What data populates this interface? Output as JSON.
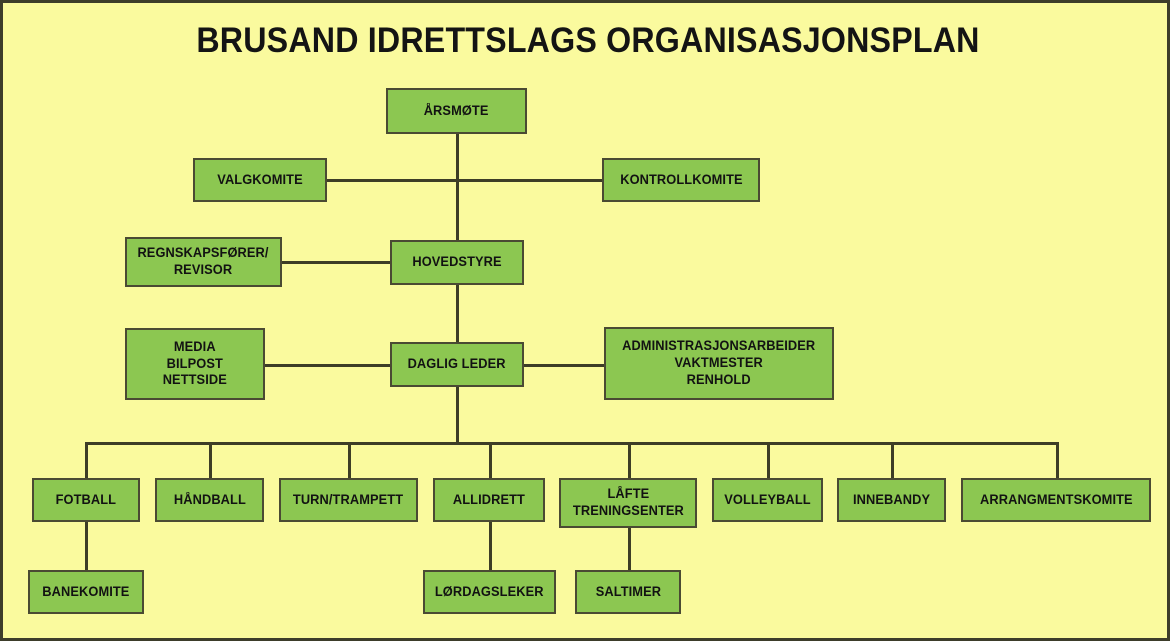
{
  "page": {
    "title": "BRUSAND IDRETTSLAGS ORGANISASJONSPLAN",
    "background_color": "#fafa9e",
    "node_color": "#8cc751",
    "border_color": "#4a4a33",
    "line_color": "#3d3d26",
    "text_color": "#121212"
  },
  "chart_data": {
    "type": "diagram",
    "title": "BRUSAND IDRETTSLAGS ORGANISASJONSPLAN",
    "nodes": [
      {
        "id": "arsmote",
        "label": "ÅRSMØTE",
        "level": 0
      },
      {
        "id": "valgkomite",
        "label": "VALGKOMITE",
        "level": 1
      },
      {
        "id": "kontrollkomite",
        "label": "KONTROLLKOMITE",
        "level": 1
      },
      {
        "id": "regnskap",
        "label": "REGNSKAPSFØRER/\nREVISOR",
        "level": 2
      },
      {
        "id": "hovedstyre",
        "label": "HOVEDSTYRE",
        "level": 2
      },
      {
        "id": "media",
        "label": "MEDIA\nBILPOST\nNETTSIDE",
        "level": 3
      },
      {
        "id": "dagligleder",
        "label": "DAGLIG LEDER",
        "level": 3
      },
      {
        "id": "administrasjon",
        "label": "ADMINISTRASJONSARBEIDER\nVAKTMESTER\nRENHOLD",
        "level": 3
      },
      {
        "id": "fotball",
        "label": "FOTBALL",
        "level": 4
      },
      {
        "id": "handball",
        "label": "HÅNDBALL",
        "level": 4
      },
      {
        "id": "turn",
        "label": "TURN/TRAMPETT",
        "level": 4
      },
      {
        "id": "allidrett",
        "label": "ALLIDRETT",
        "level": 4
      },
      {
        "id": "lafte",
        "label": "LÅFTE\nTRENINGSENTER",
        "level": 4
      },
      {
        "id": "volleyball",
        "label": "VOLLEYBALL",
        "level": 4
      },
      {
        "id": "innebandy",
        "label": "INNEBANDY",
        "level": 4
      },
      {
        "id": "arrangment",
        "label": "ARRANGMENTSKOMITE",
        "level": 4
      },
      {
        "id": "banekomite",
        "label": "BANEKOMITE",
        "level": 5
      },
      {
        "id": "lordagsleker",
        "label": "LØRDAGSLEKER",
        "level": 5
      },
      {
        "id": "saltimer",
        "label": "SALTIMER",
        "level": 5
      }
    ],
    "edges": [
      {
        "from": "arsmote",
        "to": "hovedstyre"
      },
      {
        "from": "arsmote",
        "to": "valgkomite"
      },
      {
        "from": "arsmote",
        "to": "kontrollkomite"
      },
      {
        "from": "hovedstyre",
        "to": "regnskap"
      },
      {
        "from": "hovedstyre",
        "to": "dagligleder"
      },
      {
        "from": "dagligleder",
        "to": "media"
      },
      {
        "from": "dagligleder",
        "to": "administrasjon"
      },
      {
        "from": "dagligleder",
        "to": "fotball"
      },
      {
        "from": "dagligleder",
        "to": "handball"
      },
      {
        "from": "dagligleder",
        "to": "turn"
      },
      {
        "from": "dagligleder",
        "to": "allidrett"
      },
      {
        "from": "dagligleder",
        "to": "lafte"
      },
      {
        "from": "dagligleder",
        "to": "volleyball"
      },
      {
        "from": "dagligleder",
        "to": "innebandy"
      },
      {
        "from": "dagligleder",
        "to": "arrangment"
      },
      {
        "from": "fotball",
        "to": "banekomite"
      },
      {
        "from": "allidrett",
        "to": "lordagsleker"
      },
      {
        "from": "lafte",
        "to": "saltimer"
      }
    ]
  }
}
